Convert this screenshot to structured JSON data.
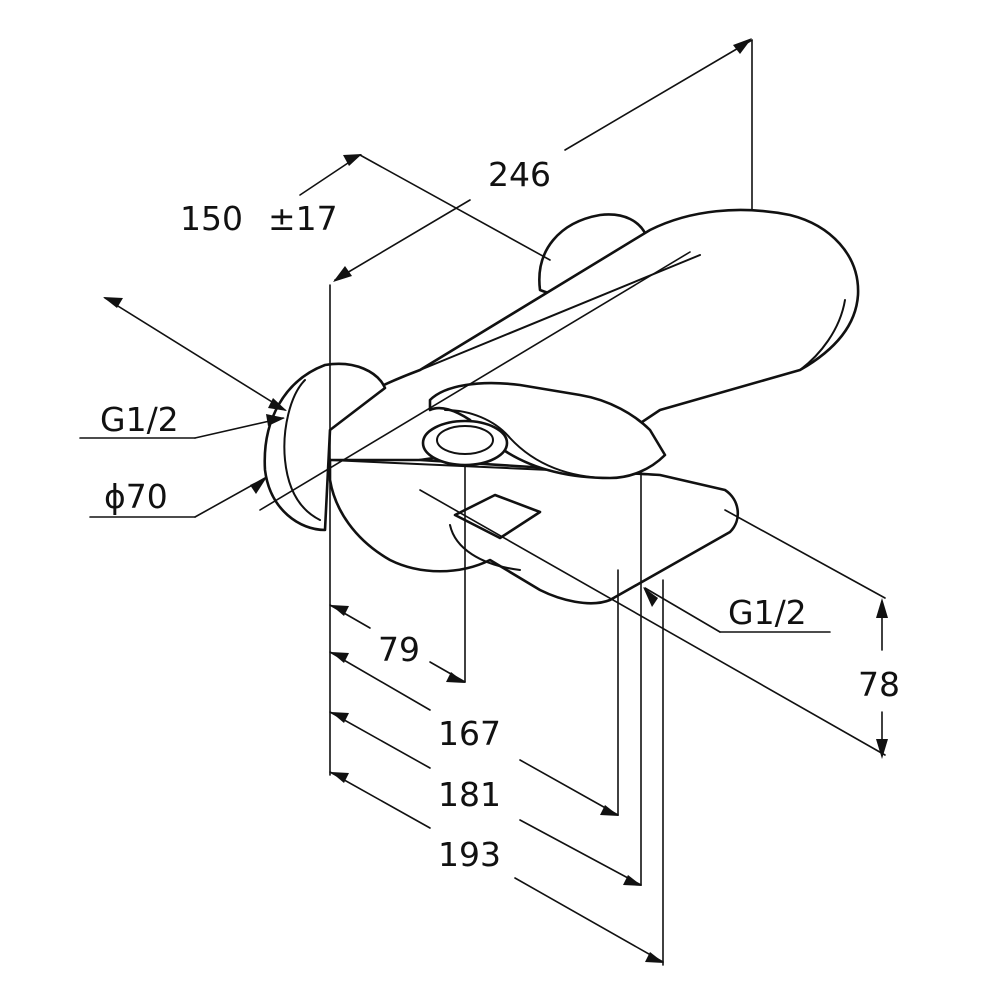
{
  "dimensions": {
    "d246": "246",
    "d150": "150",
    "d17": "±17",
    "g12_left": "G1/2",
    "dia70": "ϕ70",
    "g12_right": "G1/2",
    "d79": "79",
    "d167": "167",
    "d181": "181",
    "d193": "193",
    "d78": "78"
  },
  "icons": [
    "bath-mixer-drawing",
    "arrowhead-icon"
  ],
  "colors": {
    "line": "#111111",
    "background": "#ffffff"
  }
}
